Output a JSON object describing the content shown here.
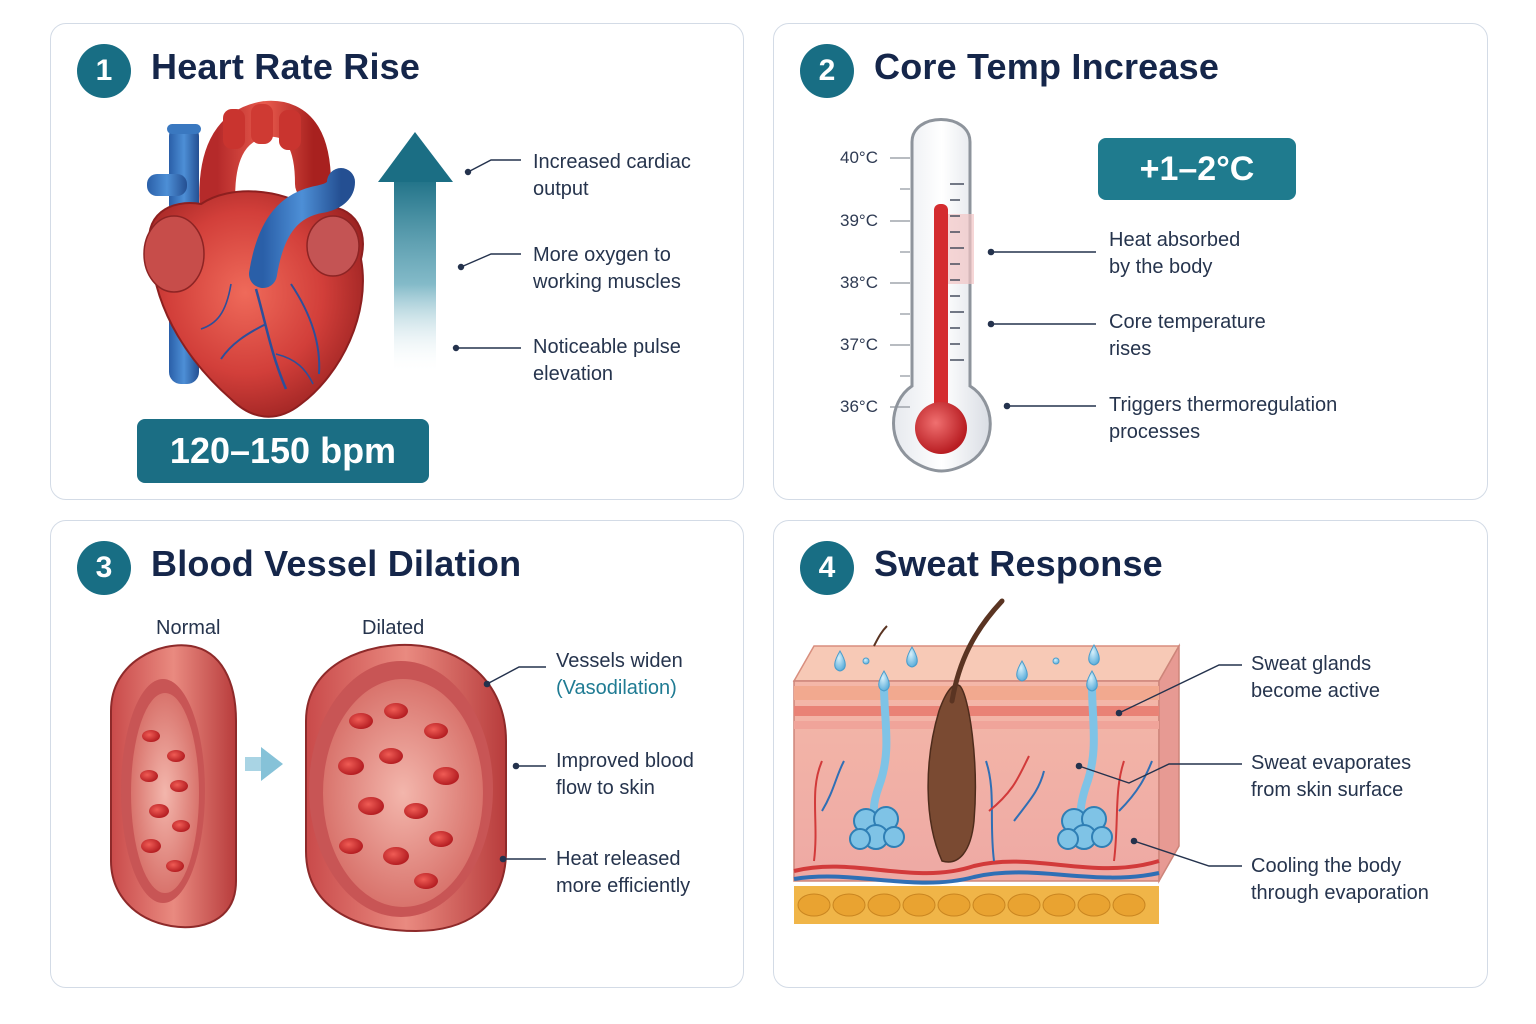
{
  "panels": {
    "heart": {
      "number": "1",
      "title": "Heart Rate Rise",
      "callouts": [
        {
          "line1": "Increased cardiac",
          "line2": "output"
        },
        {
          "line1": "More oxygen to",
          "line2": "working muscles"
        },
        {
          "line1": "Noticeable pulse",
          "line2": "elevation"
        }
      ],
      "value": "120–150 bpm"
    },
    "temp": {
      "number": "2",
      "title": "Core Temp Increase",
      "value": "+1–2°C",
      "scale": [
        "40°C",
        "39°C",
        "38°C",
        "37°C",
        "36°C"
      ],
      "callouts": [
        {
          "line1": "Heat absorbed",
          "line2": "by the body"
        },
        {
          "line1": "Core temperature",
          "line2": "rises"
        },
        {
          "line1": "Triggers thermoregulation",
          "line2": "processes"
        }
      ]
    },
    "vessel": {
      "number": "3",
      "title": "Blood Vessel Dilation",
      "normal_label": "Normal",
      "dilated_label": "Dilated",
      "callouts": [
        {
          "line1": "Vessels widen",
          "line2": "(Vasodilation)"
        },
        {
          "line1": "Improved blood",
          "line2": "flow to skin"
        },
        {
          "line1": "Heat released",
          "line2": "more efficiently"
        }
      ]
    },
    "sweat": {
      "number": "4",
      "title": "Sweat Response",
      "callouts": [
        {
          "line1": "Sweat glands",
          "line2": "become active"
        },
        {
          "line1": "Sweat evaporates",
          "line2": "from skin surface"
        },
        {
          "line1": "Cooling the body",
          "line2": "through evaporation"
        }
      ]
    }
  },
  "colors": {
    "accent": "#186e84",
    "title": "#15264a",
    "blood": "#d23a3a",
    "vein": "#2f6fb5",
    "sweat": "#7fc3e6"
  }
}
